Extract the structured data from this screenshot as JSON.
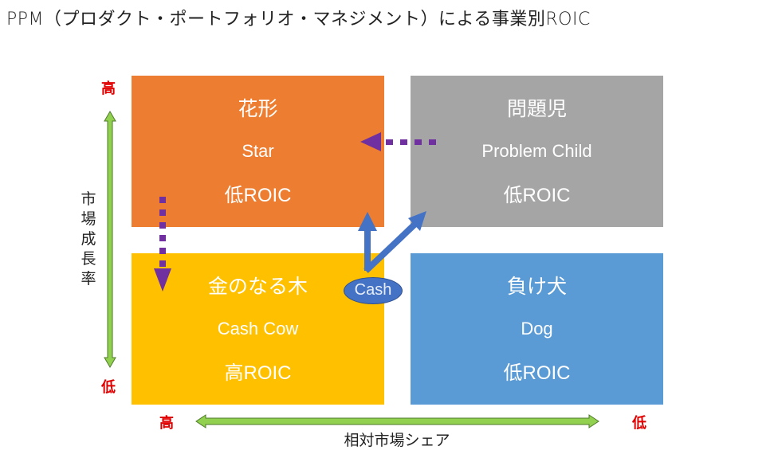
{
  "title": "PPM（プロダクト・ポートフォリオ・マネジメント）による事業別ROIC",
  "quadrants": {
    "star": {
      "ja": "花形",
      "en": "Star",
      "roic": "低ROIC",
      "color": "#ED7D31"
    },
    "problem_child": {
      "ja": "問題児",
      "en": "Problem Child",
      "roic": "低ROIC",
      "color": "#A5A5A5"
    },
    "cash_cow": {
      "ja": "金のなる木",
      "en": "Cash Cow",
      "roic": "高ROIC",
      "color": "#FFC000"
    },
    "dog": {
      "ja": "負け犬",
      "en": "Dog",
      "roic": "低ROIC",
      "color": "#5B9BD5"
    }
  },
  "y_axis": {
    "label": [
      "市",
      "場",
      "成",
      "長",
      "率"
    ],
    "high": "高",
    "low": "低"
  },
  "x_axis": {
    "label": "相対市場シェア",
    "high": "高",
    "low": "低"
  },
  "cash_label": "Cash",
  "colors": {
    "axis_arrow": "#92D050",
    "flow_arrow": "#7030A0",
    "cash_arrow": "#4472C4",
    "axis_end": "#E00000"
  }
}
